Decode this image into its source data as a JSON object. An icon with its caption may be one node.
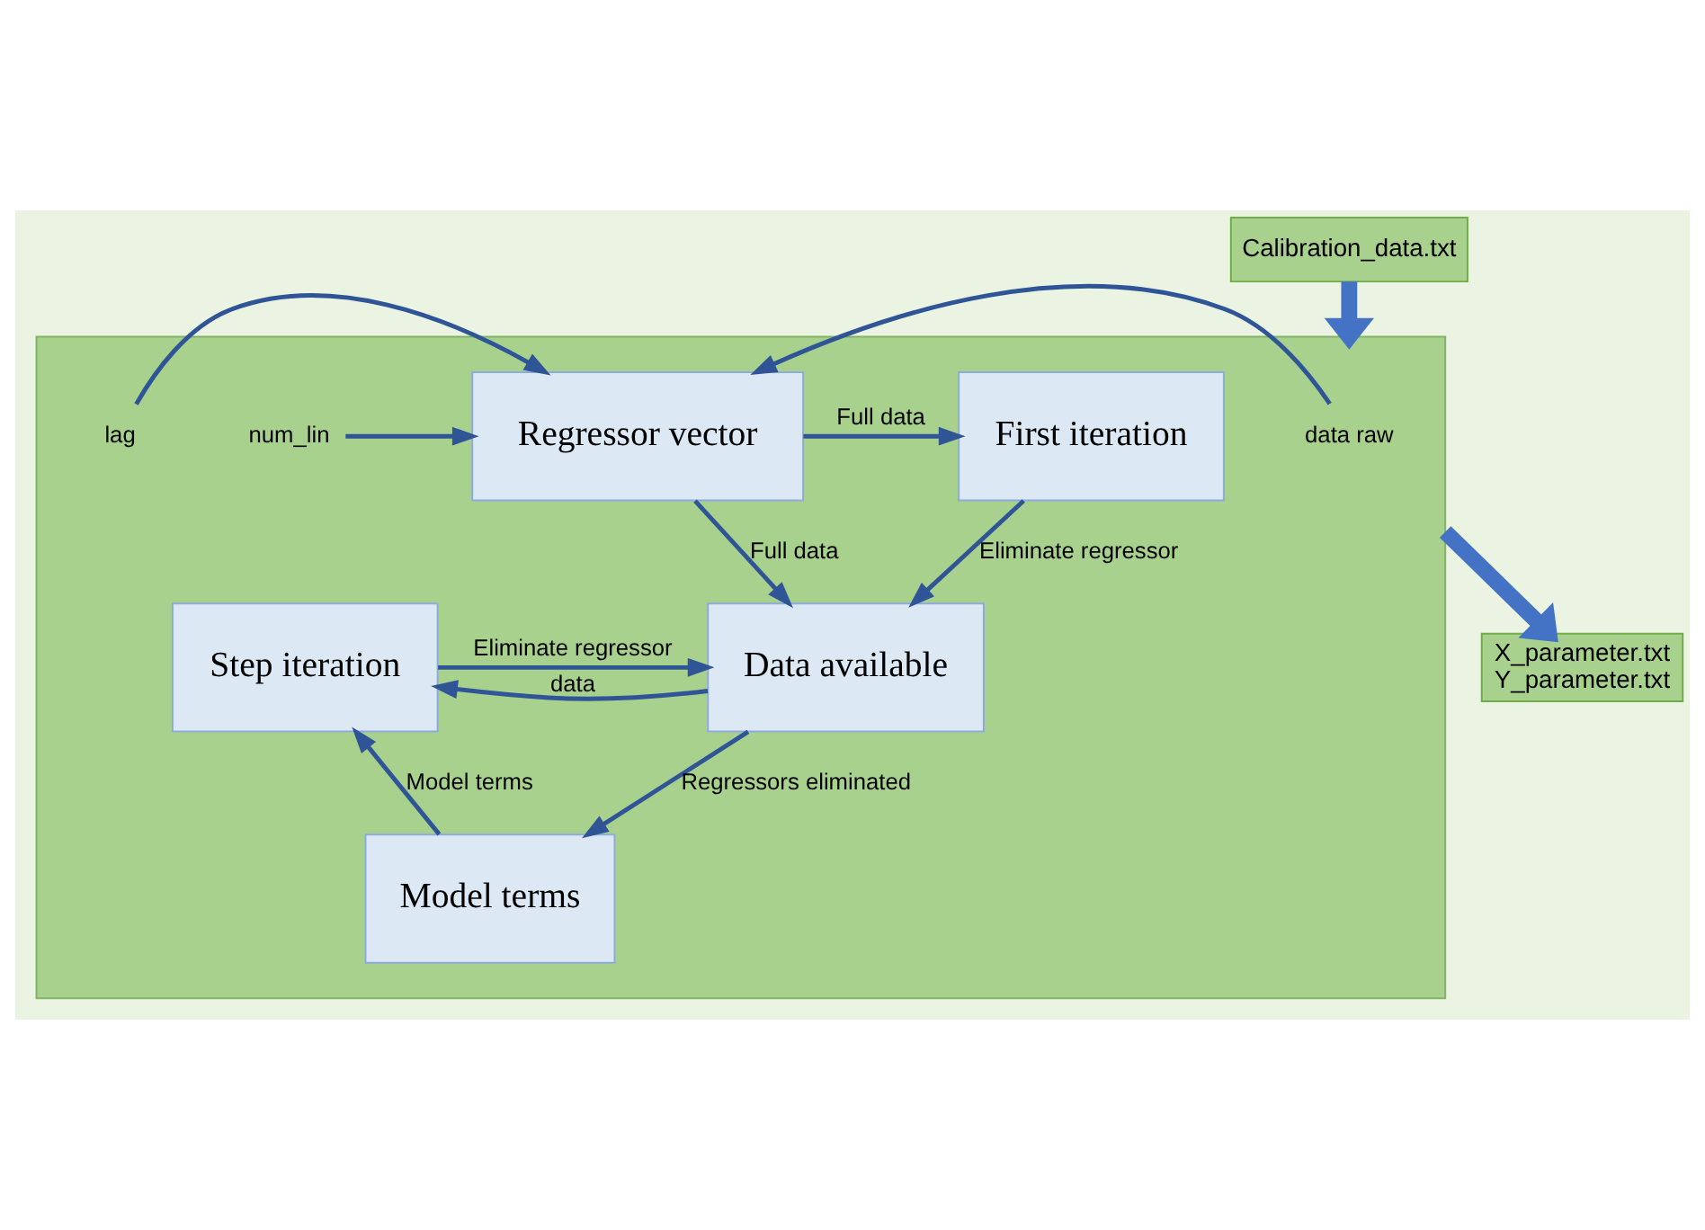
{
  "diagram": {
    "nodes": [
      {
        "text": [
          "Calibration_data.txt"
        ]
      },
      {
        "text": [],
        "shape": "box"
      },
      {
        "text": [
          "data raw"
        ],
        "in": 1
      },
      {
        "text": [
          "num_lin"
        ],
        "in": 1
      },
      {
        "text": [
          "lag"
        ],
        "in": 1
      },
      {
        "text": [
          "Regressor vector"
        ],
        "in": 1
      },
      {
        "text": [
          "First iteration"
        ],
        "in": 1
      },
      {
        "text": [
          "Data available"
        ],
        "in": 1
      },
      {
        "text": [
          "Step iteration"
        ],
        "in": 1
      },
      {
        "text": [
          "Model terms"
        ],
        "in": 1
      },
      {
        "text": [
          "X_parameter.txt",
          "Y_parameter.txt"
        ]
      }
    ],
    "edges": [
      {
        "from": 0,
        "to": 1,
        "arrow": "to",
        "style": "thick",
        "color": "#4472c4"
      },
      {
        "from": 2,
        "to": 5,
        "arrow": "to"
      },
      {
        "from": 3,
        "to": 5,
        "arrow": "to"
      },
      {
        "from": 4,
        "to": 5,
        "arrow": "to"
      },
      {
        "from": 5,
        "to": 6,
        "arrow": "to",
        "label": "Full data"
      },
      {
        "from": 6,
        "to": 7,
        "arrow": "to",
        "label": "Eliminate regressor"
      },
      {
        "from": 5,
        "to": 7,
        "arrow": "to",
        "label": "Full data"
      },
      {
        "from": 7,
        "to": 8,
        "arrow": "to",
        "label": "data"
      },
      {
        "from": 8,
        "to": 7,
        "arrow": "to",
        "label": "Eliminate regressor"
      },
      {
        "from": 7,
        "to": 9,
        "arrow": "to",
        "label": "Regressors eliminated"
      },
      {
        "from": 9,
        "to": 8,
        "arrow": "to",
        "label": "Model terms"
      },
      {
        "from": 1,
        "to": 10,
        "arrow": "to",
        "style": "thick",
        "color": "#4472c4"
      }
    ]
  }
}
